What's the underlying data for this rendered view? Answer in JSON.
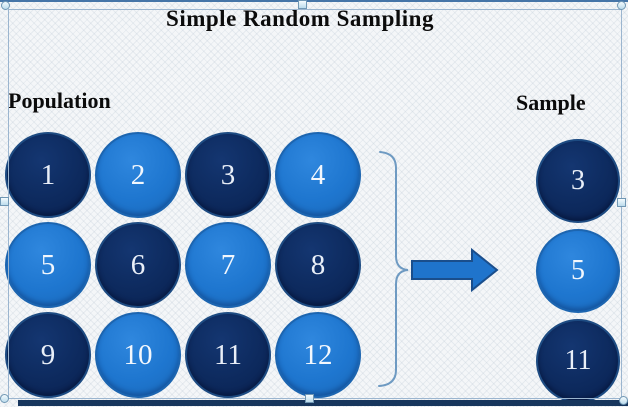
{
  "title": "Simple Random Sampling",
  "population": {
    "label": "Population",
    "items": [
      {
        "label": "1",
        "variant": "navy"
      },
      {
        "label": "2",
        "variant": "blue"
      },
      {
        "label": "3",
        "variant": "navy"
      },
      {
        "label": "4",
        "variant": "blue"
      },
      {
        "label": "5",
        "variant": "blue"
      },
      {
        "label": "6",
        "variant": "navy"
      },
      {
        "label": "7",
        "variant": "blue"
      },
      {
        "label": "8",
        "variant": "navy"
      },
      {
        "label": "9",
        "variant": "navy"
      },
      {
        "label": "10",
        "variant": "blue"
      },
      {
        "label": "11",
        "variant": "navy"
      },
      {
        "label": "12",
        "variant": "blue"
      }
    ]
  },
  "sample": {
    "label": "Sample",
    "items": [
      {
        "label": "3",
        "variant": "navy"
      },
      {
        "label": "5",
        "variant": "blue"
      },
      {
        "label": "11",
        "variant": "navy"
      }
    ]
  },
  "colors": {
    "circle_navy": "#0d2a5e",
    "circle_blue": "#1e76cf",
    "arrow_fill": "#1f74cc",
    "arrow_stroke": "#1a4e8c",
    "brace_stroke": "#6e9ac2",
    "bottom_bar": "#17365d"
  }
}
